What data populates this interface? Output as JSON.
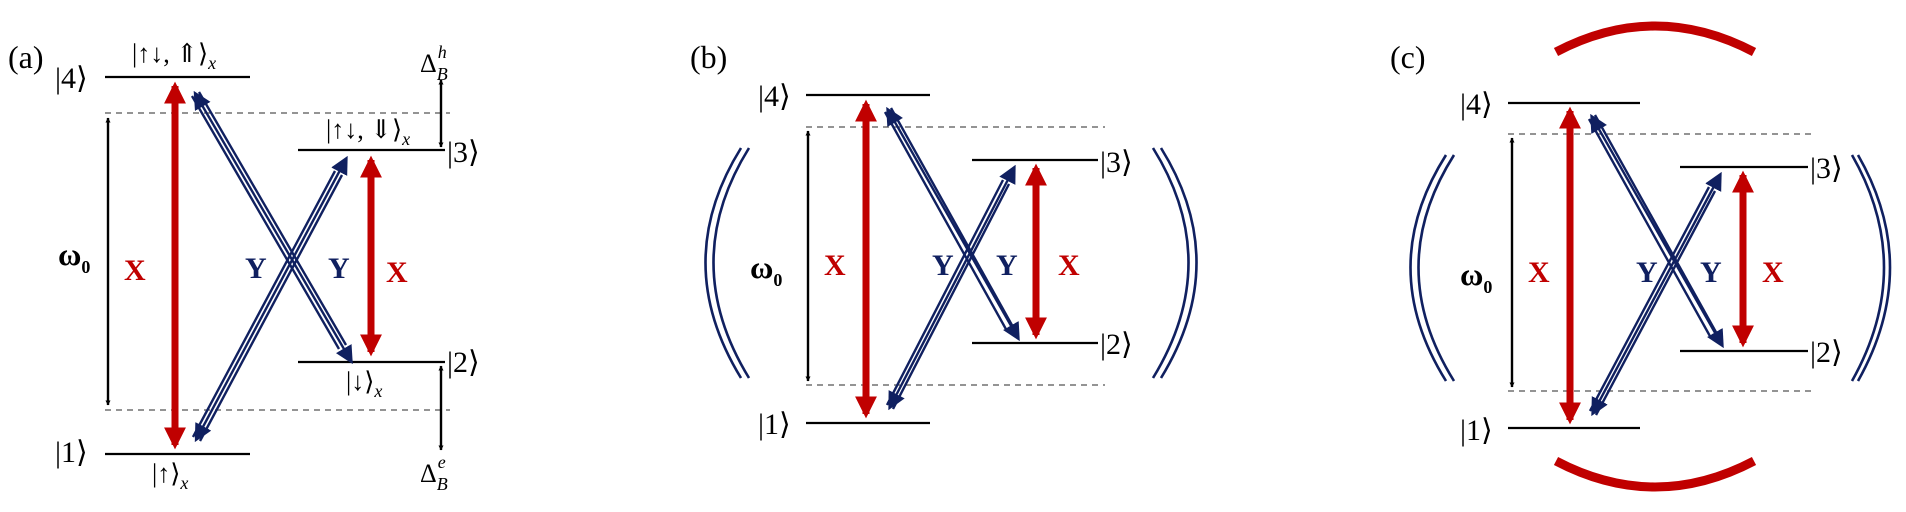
{
  "panels": {
    "a": {
      "label": "(a)",
      "level4": "|4⟩",
      "level3": "|3⟩",
      "level2": "|2⟩",
      "level1": "|1⟩",
      "state4": "|↑↓, ⇑⟩",
      "state4_sub": "x",
      "state3": "|↑↓, ⇓⟩",
      "state3_sub": "x",
      "state2": "|↓⟩",
      "state2_sub": "x",
      "state1": "|↑⟩",
      "state1_sub": "x",
      "delta_h": "Δ",
      "delta_h_sub": "B",
      "delta_h_sup": "h",
      "delta_e": "Δ",
      "delta_e_sub": "B",
      "delta_e_sup": "e",
      "omega": "ω",
      "omega_sub": "0",
      "x_left": "X",
      "x_right": "X",
      "y_left": "Y",
      "y_right": "Y"
    },
    "b": {
      "label": "(b)",
      "level4": "|4⟩",
      "level3": "|3⟩",
      "level2": "|2⟩",
      "level1": "|1⟩",
      "omega": "ω",
      "omega_sub": "0",
      "x_left": "X",
      "x_right": "X",
      "y_left": "Y",
      "y_right": "Y"
    },
    "c": {
      "label": "(c)",
      "level4": "|4⟩",
      "level3": "|3⟩",
      "level2": "|2⟩",
      "level1": "|1⟩",
      "omega": "ω",
      "omega_sub": "0",
      "x_left": "X",
      "x_right": "X",
      "y_left": "Y",
      "y_right": "Y"
    }
  },
  "colors": {
    "x_polarization": "#c00000",
    "y_polarization": "#102060",
    "levels": "#000000"
  }
}
